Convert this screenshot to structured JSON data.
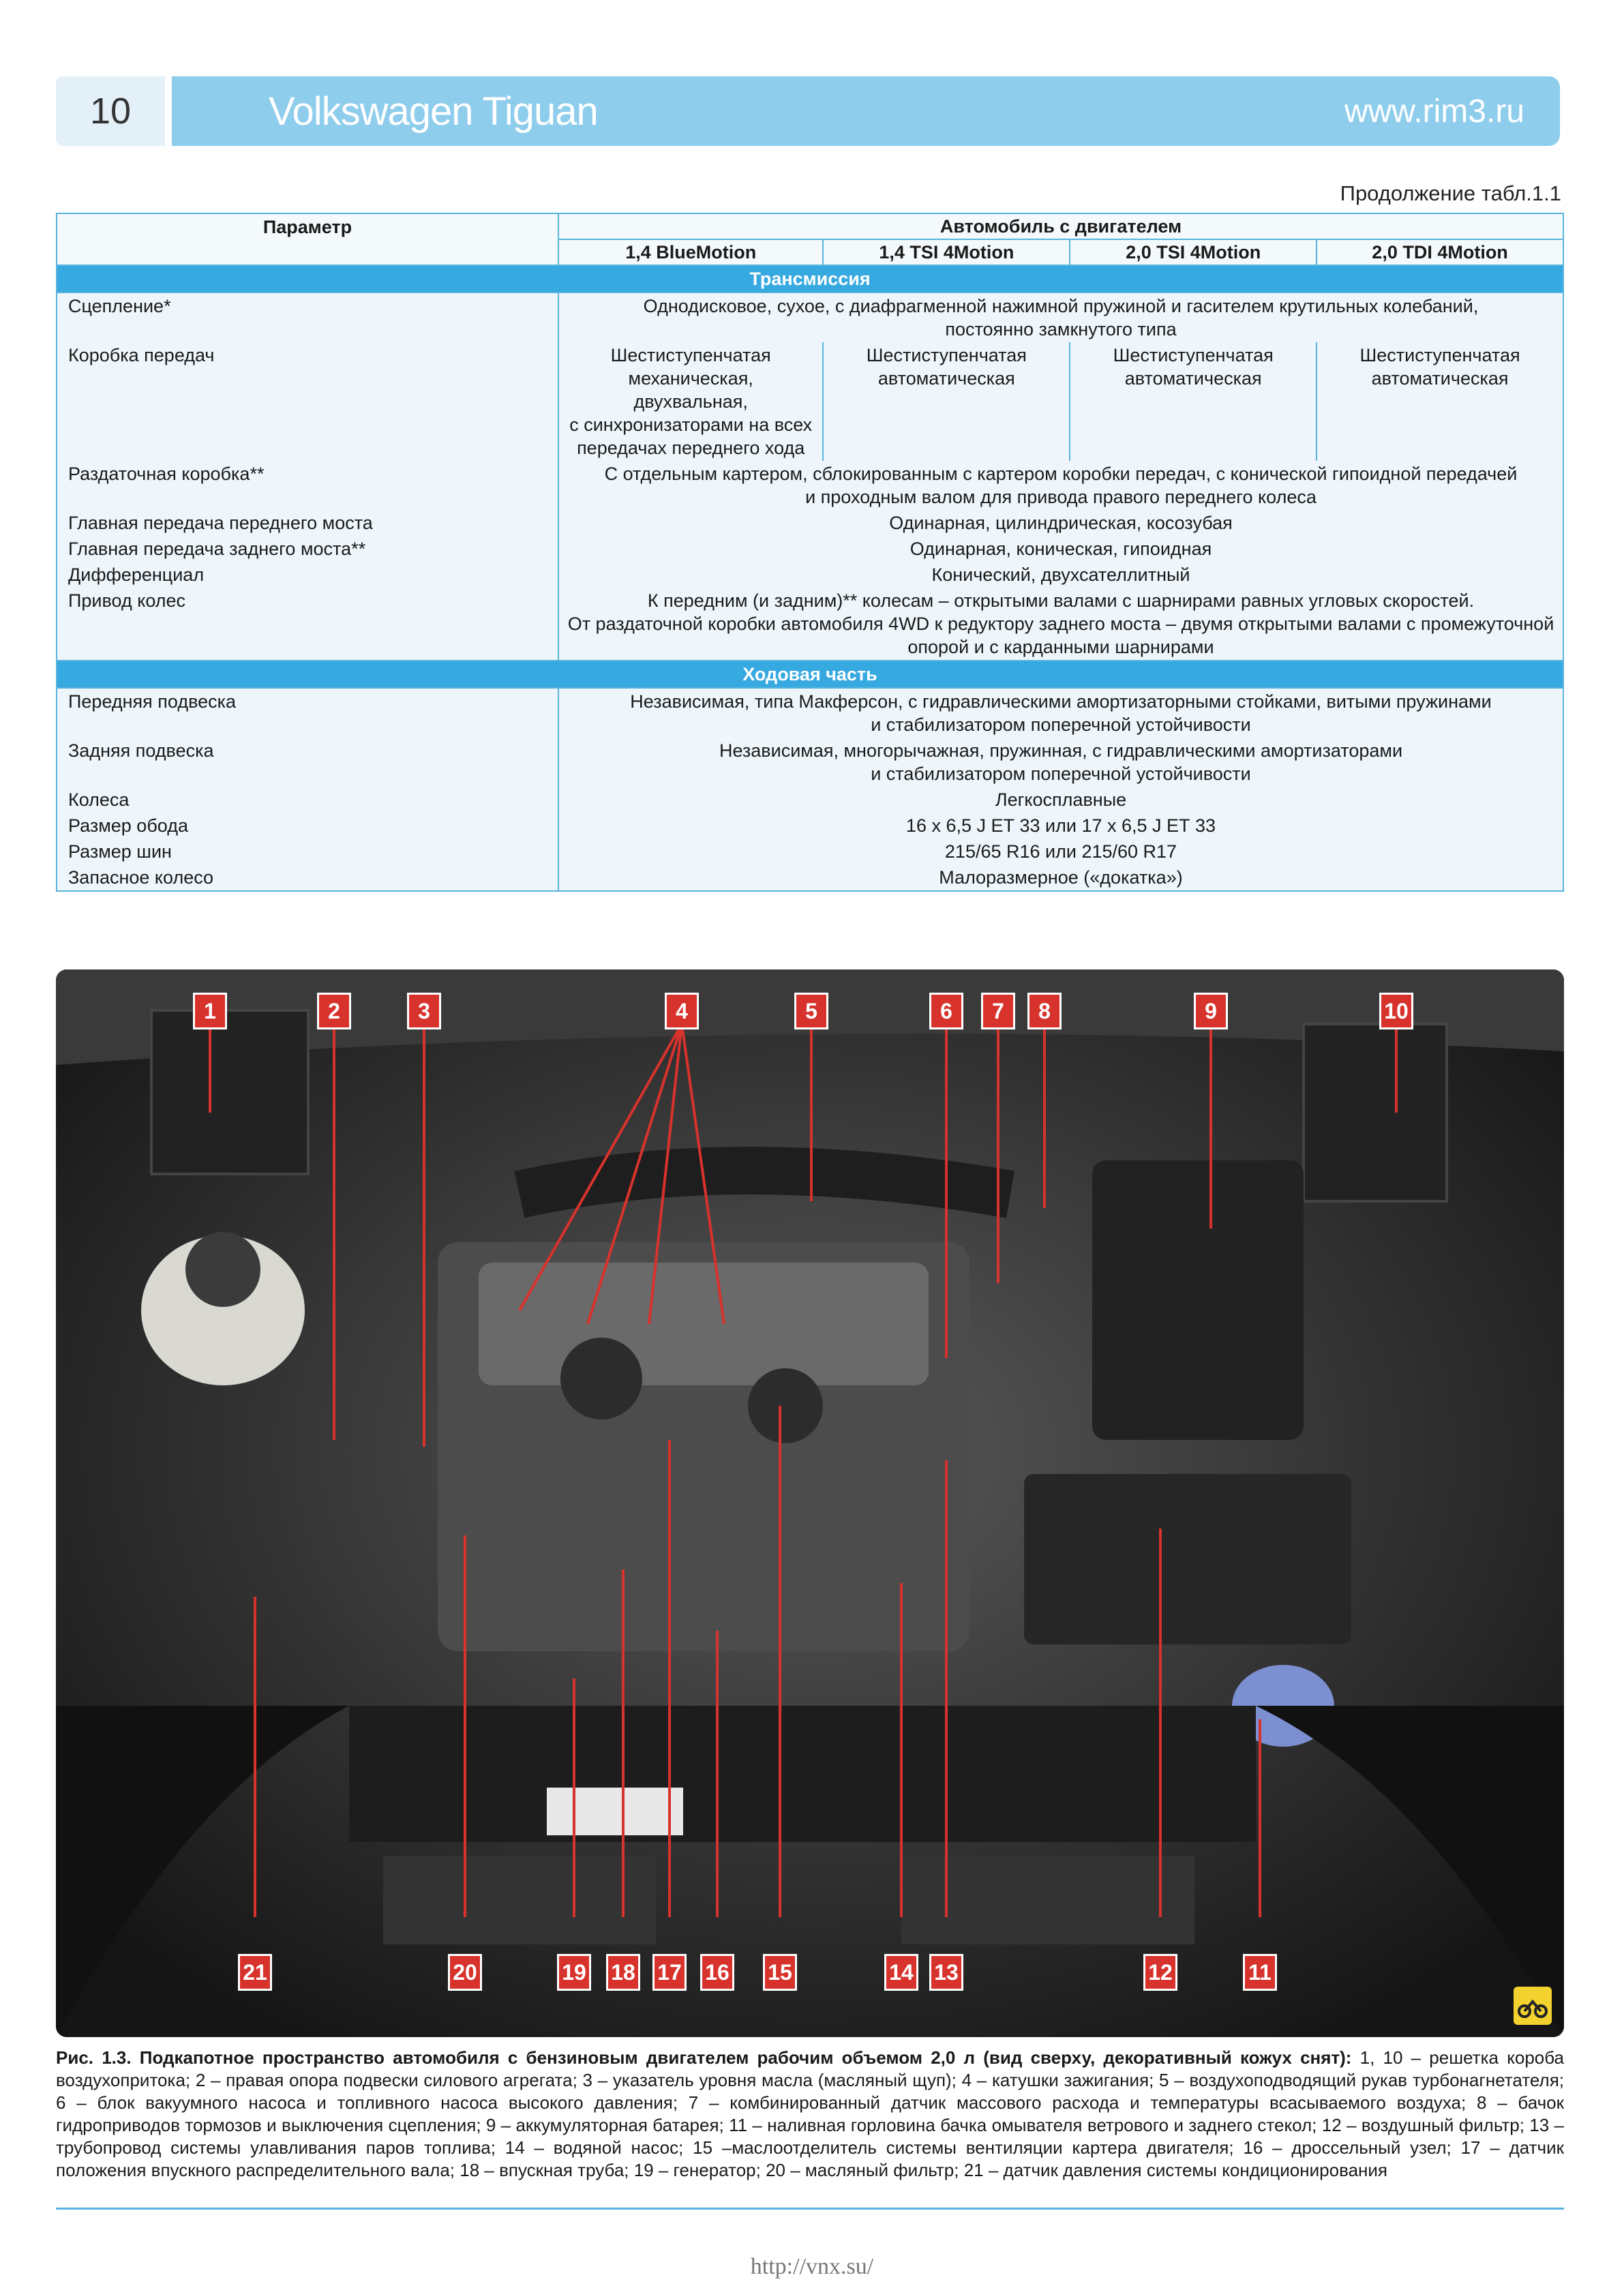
{
  "header": {
    "page_number": "10",
    "title": "Volkswagen Tiguan",
    "url": "www.rim3.ru"
  },
  "continuation": "Продолжение табл.1.1",
  "table": {
    "param_header": "Параметр",
    "group_header": "Автомобиль с двигателем",
    "engines": [
      "1,4 BlueMotion",
      "1,4 TSI 4Motion",
      "2,0 TSI 4Motion",
      "2,0 TDI 4Motion"
    ],
    "section_transmission": "Трансмиссия",
    "section_chassis": "Ходовая часть",
    "rows": {
      "clutch": {
        "p": "Сцепление*",
        "v": "Однодисковое, сухое, с диафрагменной нажимной пружиной и гасителем крутильных колебаний,\nпостоянно замкнутого типа"
      },
      "gearbox": {
        "p": "Коробка передач",
        "v1": "Шестиступенчатая механическая,\nдвухвальная,\nс синхронизаторами на всех\nпередачах переднего хода",
        "v2": "Шестиступенчатая\nавтоматическая",
        "v3": "Шестиступенчатая\nавтоматическая",
        "v4": "Шестиступенчатая\nавтоматическая"
      },
      "transfer": {
        "p": "Раздаточная коробка**",
        "v": "С отдельным картером, сблокированным с картером коробки передач, с конической гипоидной передачей\nи проходным валом для привода правого переднего колеса"
      },
      "front_axle": {
        "p": "Главная передача переднего моста",
        "v": "Одинарная, цилиндрическая, косозубая"
      },
      "rear_axle": {
        "p": "Главная передача заднего моста**",
        "v": "Одинарная, коническая, гипоидная"
      },
      "diff": {
        "p": "Дифференциал",
        "v": "Конический, двухсателлитный"
      },
      "drive": {
        "p": "Привод колес",
        "v": "К передним (и задним)** колесам – открытыми валами с шарнирами равных угловых скоростей.\nОт раздаточной коробки автомобиля 4WD к редуктору заднего моста – двумя открытыми валами с промежуточной\nопорой и с карданными шарнирами"
      },
      "front_susp": {
        "p": "Передняя подвеска",
        "v": "Независимая, типа Макферсон, с гидравлическими амортизаторными стойками, витыми пружинами\nи стабилизатором поперечной устойчивости"
      },
      "rear_susp": {
        "p": "Задняя подвеска",
        "v": "Независимая, многорычажная, пружинная, с гидравлическими амортизаторами\nи стабилизатором поперечной устойчивости"
      },
      "wheels": {
        "p": "Колеса",
        "v": "Легкосплавные"
      },
      "rim": {
        "p": "Размер обода",
        "v": "16 х 6,5 J ЕТ 33 или 17 х 6,5 J ЕТ 33"
      },
      "tires": {
        "p": "Размер шин",
        "v": "215/65 R16 или 215/60 R17"
      },
      "spare": {
        "p": "Запасное колесо",
        "v": "Малоразмерное («докатка»)"
      }
    }
  },
  "photo_labels": [
    "1",
    "2",
    "3",
    "4",
    "5",
    "6",
    "7",
    "8",
    "9",
    "10",
    "11",
    "12",
    "13",
    "14",
    "15",
    "16",
    "17",
    "18",
    "19",
    "20",
    "21"
  ],
  "caption": {
    "bold": "Рис. 1.3. Подкапотное пространство автомобиля с бензиновым двигателем рабочим объемом 2,0 л (вид сверху, декоративный кожух снят):",
    "text": " 1, 10 – решетка короба воздухопритока; 2 – правая опора подвески силового агрегата; 3 – указатель уровня масла (масляный щуп); 4 – катушки зажигания; 5 – воздухоподводящий рукав турбонагнетателя; 6 – блок вакуумного насоса и топливного насоса высокого давления; 7 – комбинированный датчик массового расхода и температуры всасываемого воздуха; 8 – бачок гидроприводов тормозов и выключения сцепления; 9 – аккумуляторная батарея; 11 – наливная горловина бачка омывателя ветрового и заднего стекол; 12 – воздушный фильтр; 13 – трубопровод системы улавливания паров топлива; 14 – водяной насос; 15 –маслоотделитель системы вентиляции картера двигателя; 16 – дроссельный узел; 17 – датчик положения впускного распределительного вала; 18 – впускная труба; 19 – генератор; 20 – масляный фильтр; 21 – датчик давления системы кондиционирования"
  },
  "footer": "http://vnx.su/"
}
